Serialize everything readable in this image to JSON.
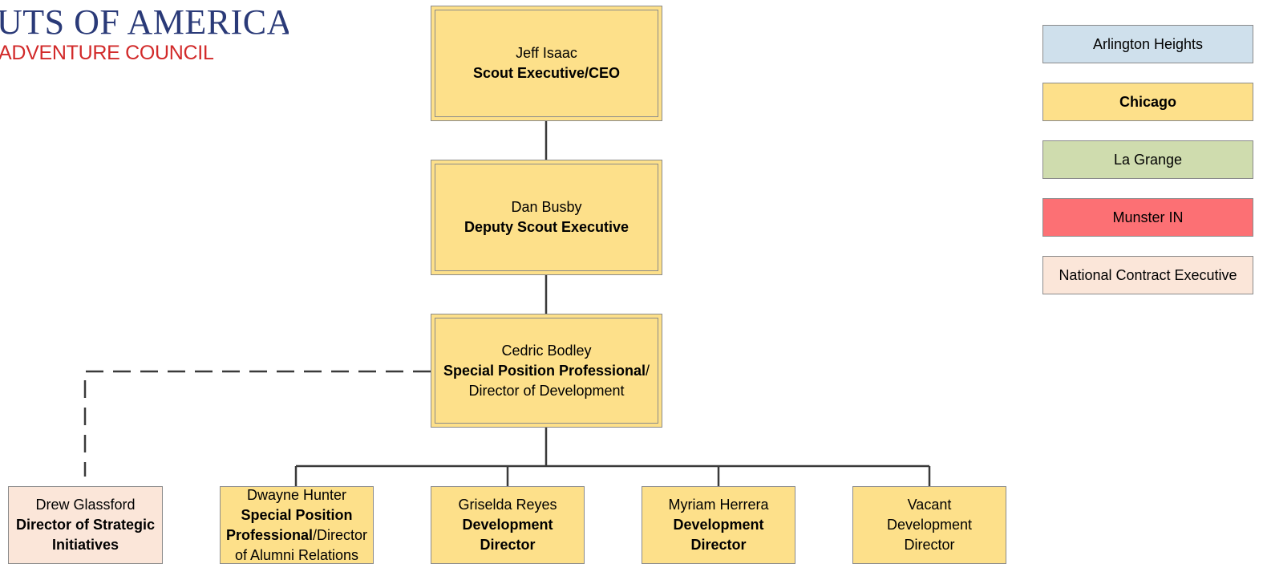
{
  "logo": {
    "line1": "UTS OF AMERICA",
    "line2": "ADVENTURE COUNCIL"
  },
  "nodes": {
    "ceo": {
      "name": "Jeff Isaac",
      "title": "Scout Executive/CEO"
    },
    "deputy": {
      "name": "Dan Busby",
      "title": "Deputy Scout Executive"
    },
    "development": {
      "name": "Cedric Bodley",
      "title_bold": "Special Position Professional",
      "title_rest": "/",
      "title_line2": "Director of Development"
    },
    "strategic": {
      "name": "Drew Glassford",
      "title_line1": "Director of Strategic",
      "title_line2": "Initiatives"
    },
    "alumni": {
      "name": "Dwayne Hunter",
      "title_line1": "Special Position",
      "title_bold2": "Professional",
      "title_rest2": "/Director",
      "title_line3": "of Alumni Relations"
    },
    "reyes": {
      "name": "Griselda Reyes",
      "title_line1": "Development",
      "title_line2": "Director"
    },
    "herrera": {
      "name": "Myriam Herrera",
      "title_line1": "Development",
      "title_line2": "Director"
    },
    "vacant": {
      "name": "Vacant",
      "title_line1": "Development",
      "title_line2": "Director"
    }
  },
  "legend": [
    {
      "label": "Arlington Heights",
      "color": "#cfe0ec"
    },
    {
      "label": "Chicago",
      "color": "#fde08a"
    },
    {
      "label": "La Grange",
      "color": "#cfdcae"
    },
    {
      "label": "Munster IN",
      "color": "#fc7074"
    },
    {
      "label": "National Contract Executive",
      "color": "#fbe6d9"
    }
  ],
  "colors": {
    "chicago": "#fde08a",
    "national_contract_executive": "#fbe6d9",
    "connector": "#3a3a3a"
  }
}
